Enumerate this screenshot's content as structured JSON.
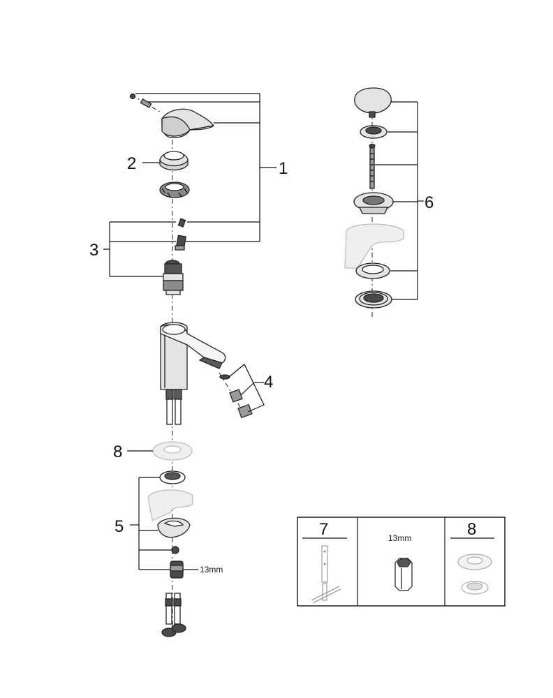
{
  "callouts": {
    "c1": "1",
    "c2": "2",
    "c3": "3",
    "c4": "4",
    "c5": "5",
    "c6": "6",
    "c8": "8"
  },
  "dimension": {
    "wrench_size": "13mm"
  },
  "tools_table": {
    "col1_number": "7",
    "col2_label": "13mm",
    "col3_number": "8"
  },
  "colors": {
    "line": "#111111",
    "chrome": "#e4e4e4",
    "ghost": "#efefef"
  }
}
